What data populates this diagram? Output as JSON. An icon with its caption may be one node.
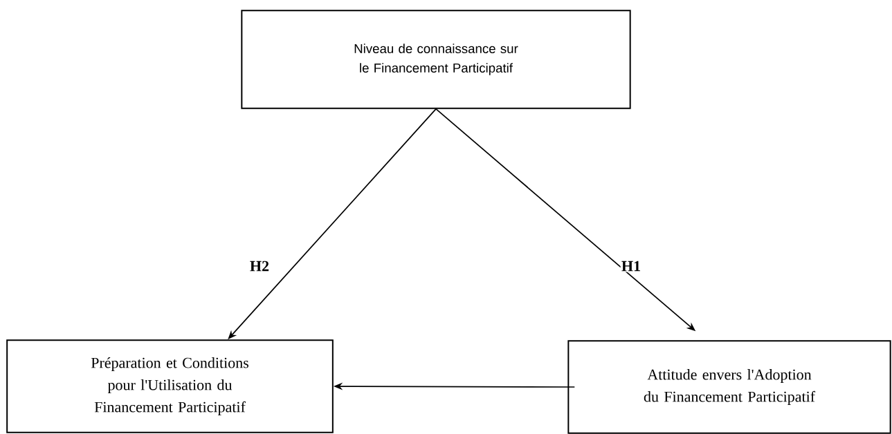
{
  "diagram": {
    "nodes": [
      {
        "text": [
          "Niveau de connaissance sur le Financement Participatif"
        ]
      },
      {
        "text": [
          "Préparation et Conditions pour l'Utilisation du Financement Participatif"
        ]
      },
      {
        "text": [
          "Attitude envers l'Adoption du Financement Participatif"
        ]
      }
    ],
    "edges": [
      {
        "from": 0,
        "to": 1,
        "arrow": "to",
        "label": "H2"
      },
      {
        "from": 0,
        "to": 2,
        "arrow": "to",
        "label": "H1"
      },
      {
        "from": 2,
        "to": 1,
        "arrow": "to"
      }
    ]
  }
}
